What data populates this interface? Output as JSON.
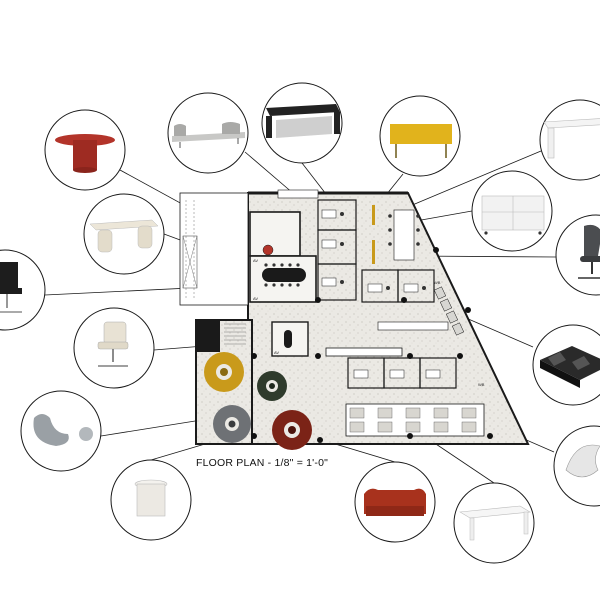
{
  "floor_plan": {
    "caption": "FLOOR PLAN - 1/8\" = 1'-0\"",
    "room_labels": [
      "AV",
      "AV",
      "AV",
      "WB",
      "WB"
    ]
  },
  "callouts": [
    "red-round-table",
    "lounge-bench",
    "black-cantilever-desk",
    "yellow-credenza",
    "white-desk",
    "white-drawer-cabinet",
    "mesh-task-chair",
    "black-modular-seating",
    "white-sculptural-chair",
    "white-table",
    "red-sofa",
    "white-side-table",
    "grey-lounge-seat",
    "white-task-chair",
    "black-aluminum-chair",
    "cream-pedestal-table"
  ],
  "colors": {
    "outline": "#1a1a1a",
    "terrazzo": "#ebe9e4",
    "accent_red": "#b3342a",
    "accent_yellow": "#c99a1b",
    "dark_green": "#2f3b2c",
    "grey_lounge": "#6e7175",
    "rust": "#7b2317"
  }
}
